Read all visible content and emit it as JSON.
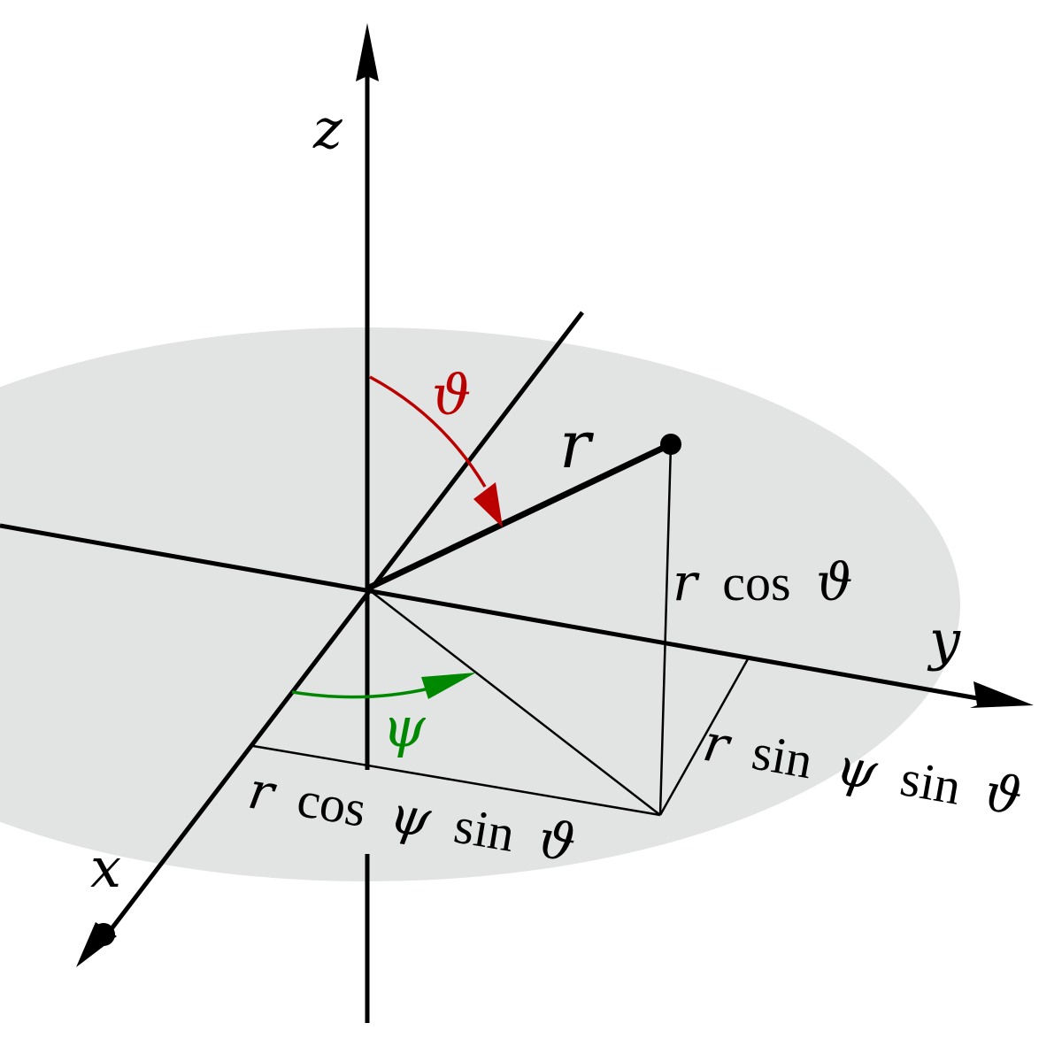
{
  "colors": {
    "background": "#ffffff",
    "plane": "#e2e3e3",
    "axis": "#000000",
    "theta_arc": "#bb0000",
    "psi_arc": "#008800"
  },
  "axes": {
    "x_label": "x",
    "y_label": "y",
    "z_label": "z"
  },
  "vector": {
    "label": "r"
  },
  "angles": {
    "theta_symbol": "ϑ",
    "psi_symbol": "ψ"
  },
  "projections": {
    "z_component": {
      "r": "r",
      "func": "cos",
      "angle": "ϑ"
    },
    "y_component": {
      "r": "r",
      "func1": "sin",
      "angle1": "ψ",
      "func2": "sin",
      "angle2": "ϑ"
    },
    "x_component": {
      "r": "r",
      "func1": "cos",
      "angle1": "ψ",
      "func2": "sin",
      "angle2": "ϑ"
    }
  }
}
